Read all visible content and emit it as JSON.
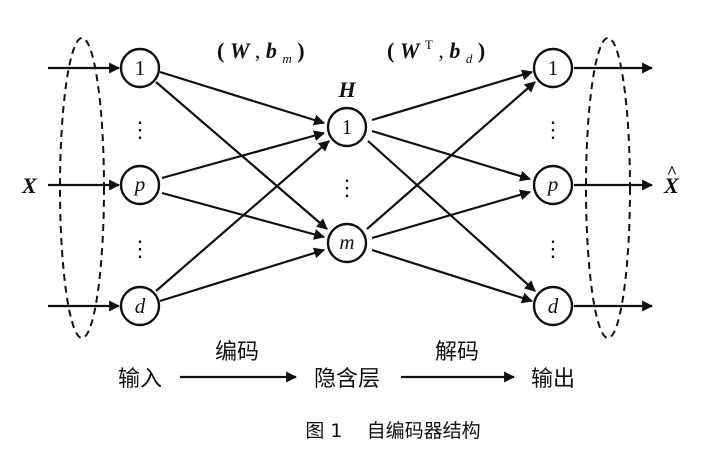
{
  "inputs": {
    "node_labels": [
      "1",
      "p",
      "d"
    ],
    "vector_label": "X"
  },
  "hidden": {
    "node_labels": [
      "1",
      "m"
    ],
    "layer_symbol": "H"
  },
  "outputs": {
    "node_labels": [
      "1",
      "p",
      "d"
    ],
    "vector_label": "X",
    "vector_accent": "^"
  },
  "params": {
    "encoder": {
      "open": "(",
      "weight": "W",
      "sep": ", ",
      "bias": "b",
      "bias_sub": "m",
      "close": ")"
    },
    "decoder": {
      "open": "(",
      "weight": "W",
      "weight_sup": "T",
      "sep": ", ",
      "bias": "b",
      "bias_sub": "d",
      "close": ")"
    }
  },
  "flow": {
    "input": "输入",
    "encode": "编码",
    "hidden": "隐含层",
    "decode": "解码",
    "output": "输出"
  },
  "caption": "图 1    自编码器结构",
  "colors": {
    "ink": "#111111",
    "background": "#ffffff"
  }
}
